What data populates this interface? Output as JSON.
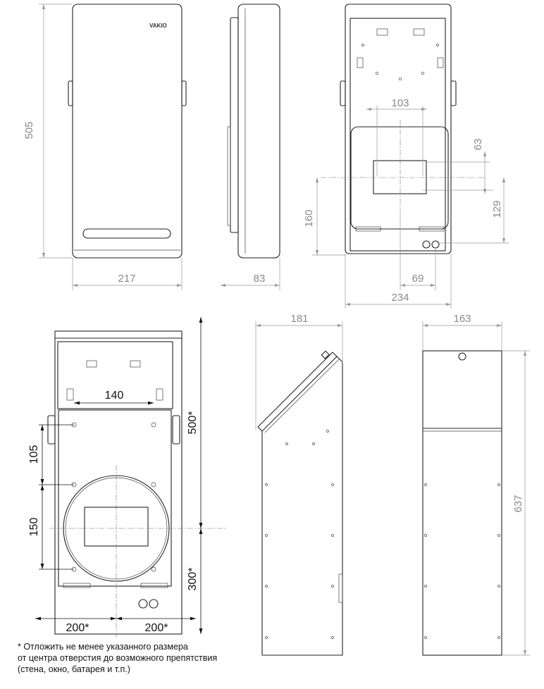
{
  "logo": "VAKIO",
  "views": {
    "front": {
      "height": "505",
      "width": "217"
    },
    "side": {
      "depth": "83"
    },
    "back": {
      "spacing_top": "103",
      "offset_63": "63",
      "offset_129": "129",
      "offset_160": "160",
      "offset_69": "69",
      "width": "234"
    },
    "mount": {
      "spacing": "140",
      "v_105": "105",
      "v_150": "150",
      "top_clearance": "500*",
      "bottom_clearance": "300*",
      "left_clearance": "200*",
      "right_clearance": "200*"
    },
    "hood_side": {
      "width": "181"
    },
    "hood_front": {
      "width": "163",
      "height": "637"
    }
  },
  "footnote": [
    "* Отложить не менее указанного размера",
    "от центра отверстия до возможного препятствия",
    "(стена, окно, батарея и т.п.)"
  ]
}
